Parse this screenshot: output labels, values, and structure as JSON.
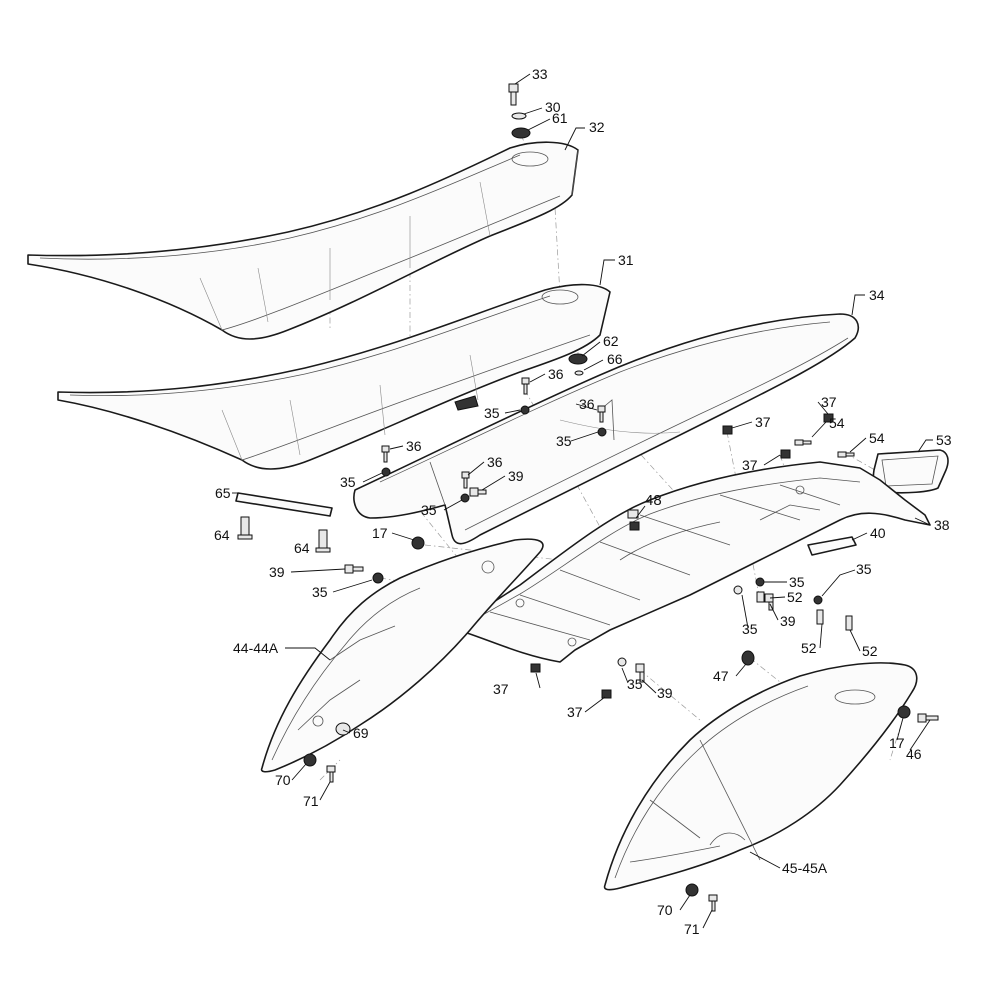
{
  "callouts": [
    "33",
    "30",
    "61",
    "32",
    "31",
    "34",
    "62",
    "66",
    "36",
    "36",
    "35",
    "36",
    "35",
    "36",
    "35",
    "36",
    "37",
    "54",
    "54",
    "53",
    "37",
    "37",
    "39",
    "35",
    "65",
    "48",
    "64",
    "17",
    "64",
    "39",
    "35",
    "40",
    "38",
    "35",
    "35",
    "52",
    "39",
    "35",
    "52",
    "52",
    "35",
    "44-44A",
    "47",
    "37",
    "35",
    "39",
    "37",
    "69",
    "17",
    "46",
    "70",
    "71",
    "45-45A",
    "70",
    "71"
  ]
}
